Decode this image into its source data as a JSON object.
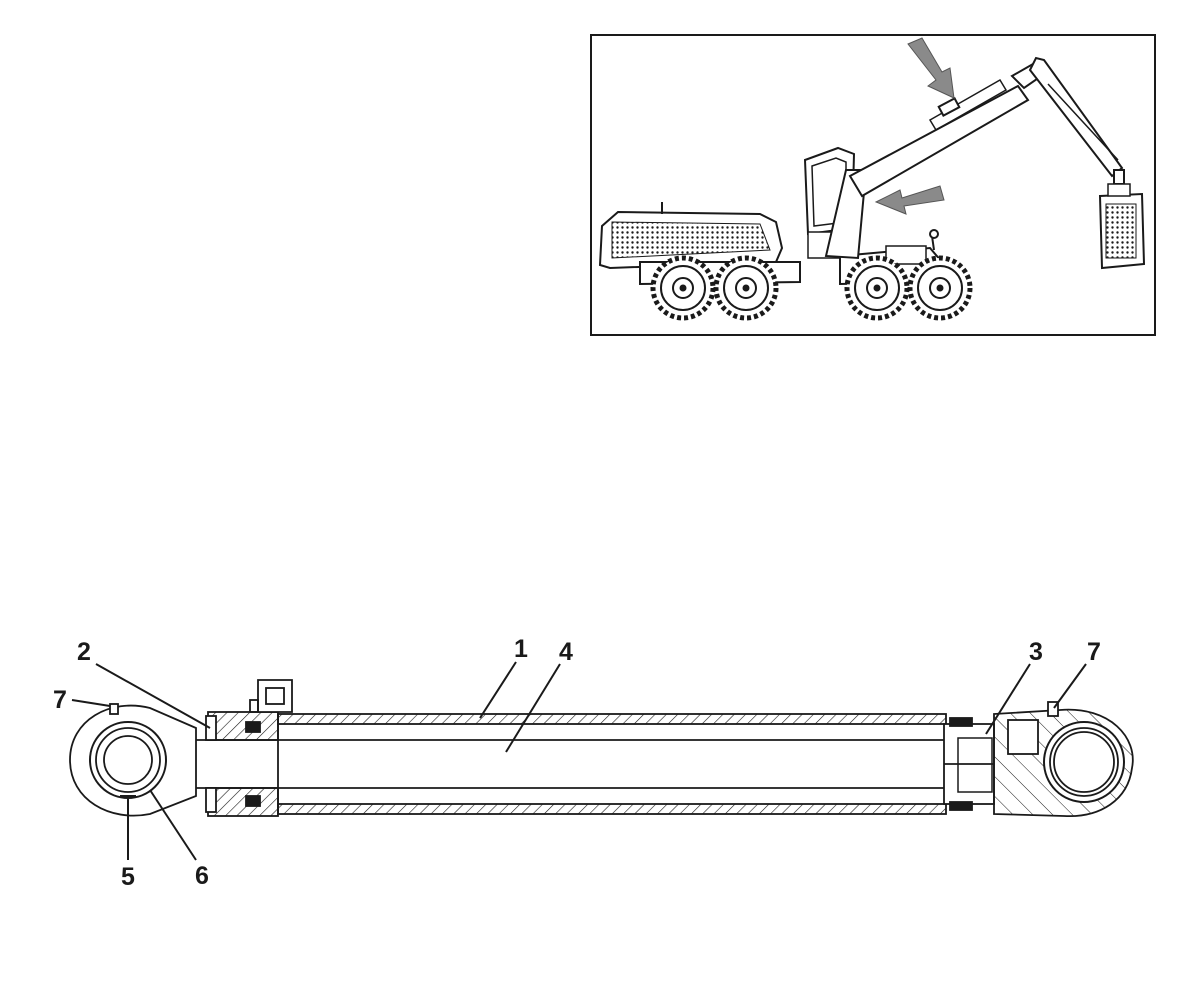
{
  "inset": {
    "description_icon": "forestry-harvester-machine",
    "arrow_color": "#8a8a8a",
    "arrow_count": 2
  },
  "cylinder": {
    "line_color": "#1a1a1a",
    "callouts": [
      {
        "id": "callout-1",
        "label": "1"
      },
      {
        "id": "callout-2",
        "label": "2"
      },
      {
        "id": "callout-3",
        "label": "3"
      },
      {
        "id": "callout-4",
        "label": "4"
      },
      {
        "id": "callout-5",
        "label": "5"
      },
      {
        "id": "callout-6",
        "label": "6"
      },
      {
        "id": "callout-7-left",
        "label": "7"
      },
      {
        "id": "callout-7-right",
        "label": "7"
      }
    ]
  }
}
